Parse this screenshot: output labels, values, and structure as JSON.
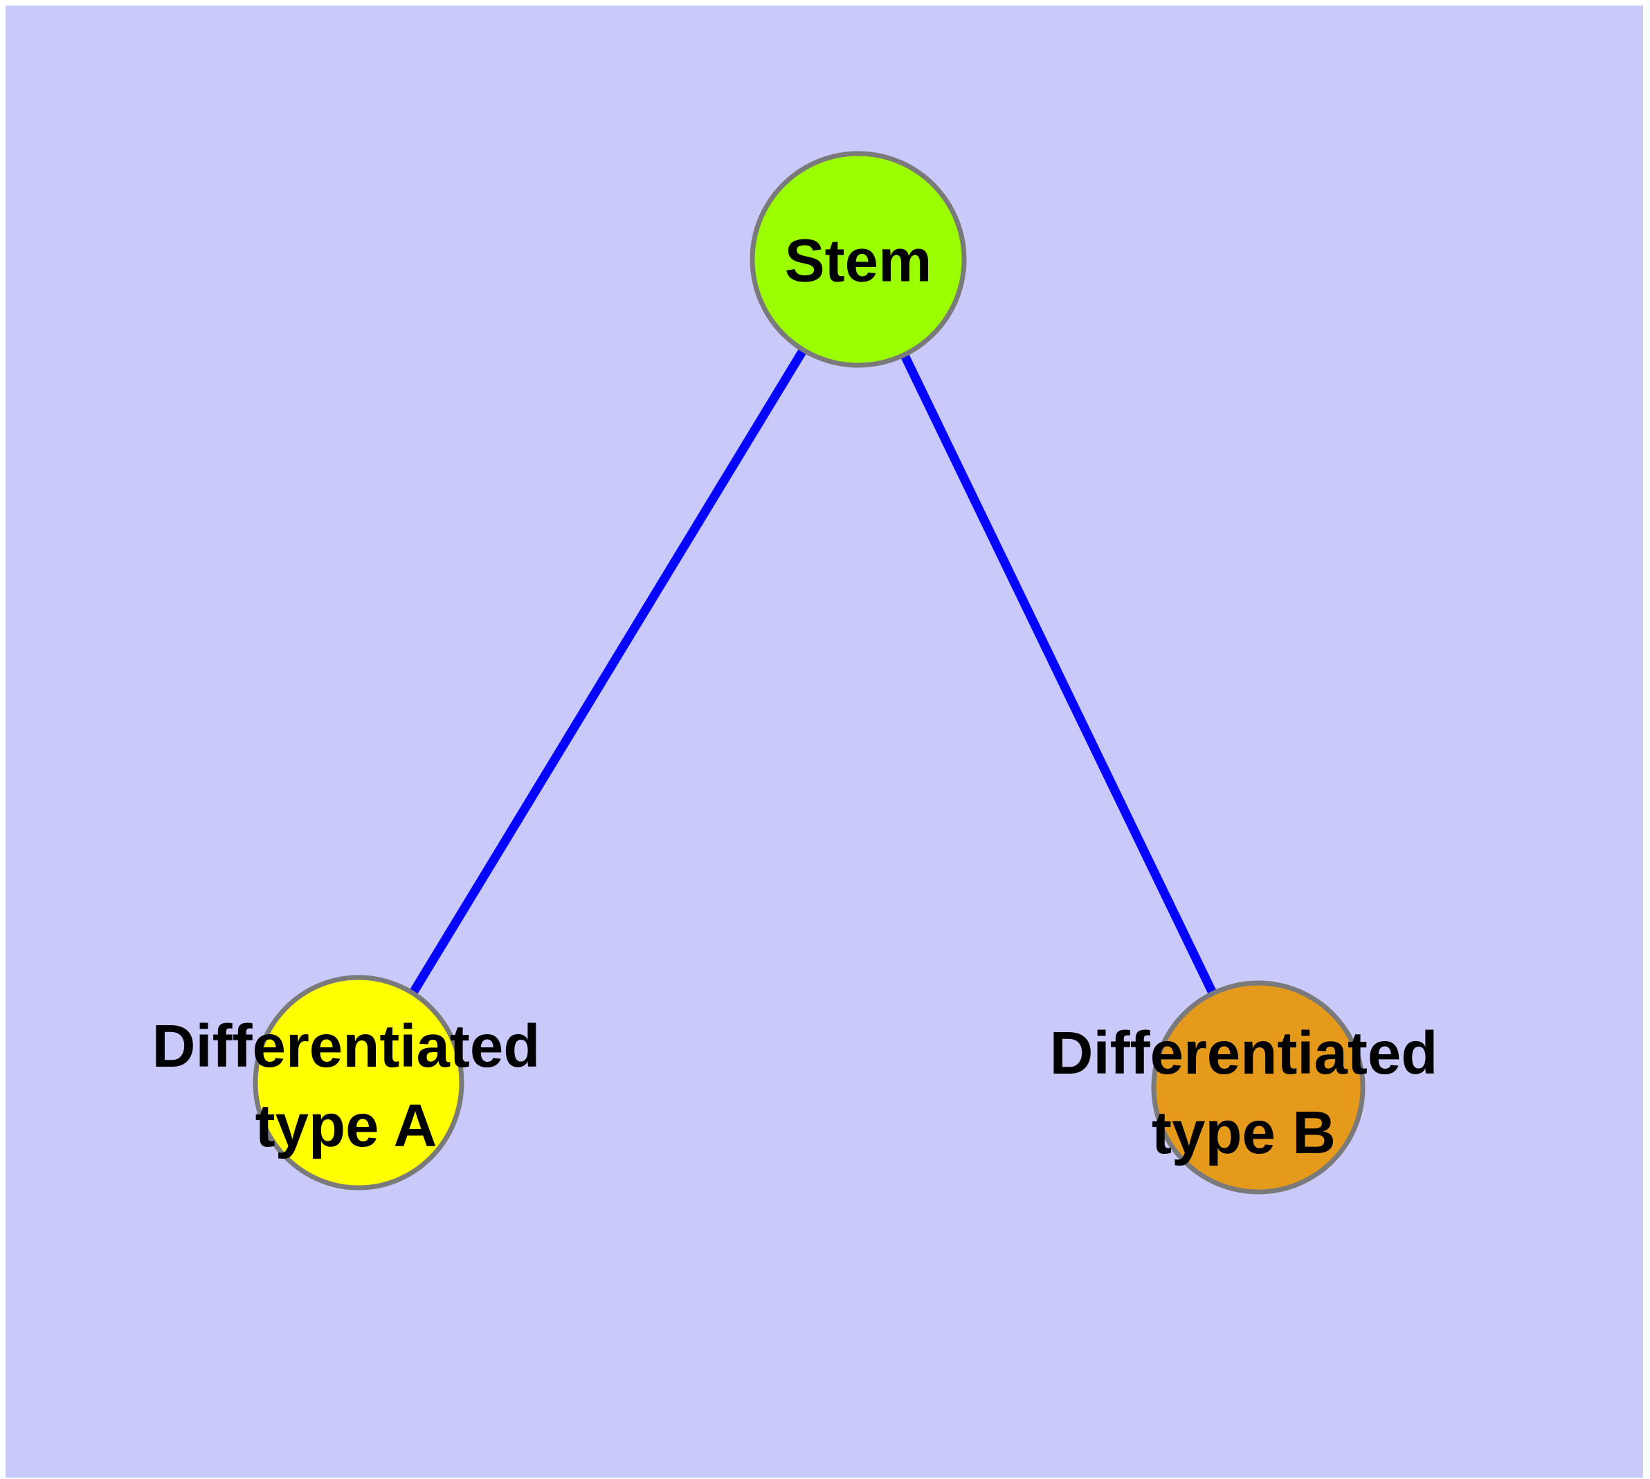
{
  "diagram": {
    "type": "graph",
    "background_color": "#c9c9fa",
    "frame_color": "#ffffff",
    "edge_color": "#0404ff",
    "node_border_color": "#7a7a7a",
    "label_color": "#000000",
    "nodes": [
      {
        "id": "stem",
        "label": "Stem",
        "fill": "#9afe00"
      },
      {
        "id": "differentiated-type-a",
        "label": "Differentiated\ntype A",
        "fill": "#ffff00"
      },
      {
        "id": "differentiated-type-b",
        "label": "Differentiated\ntype B",
        "fill": "#e69a1c"
      }
    ],
    "edges": [
      {
        "from": "stem",
        "to": "differentiated-type-a"
      },
      {
        "from": "stem",
        "to": "differentiated-type-b"
      }
    ]
  }
}
